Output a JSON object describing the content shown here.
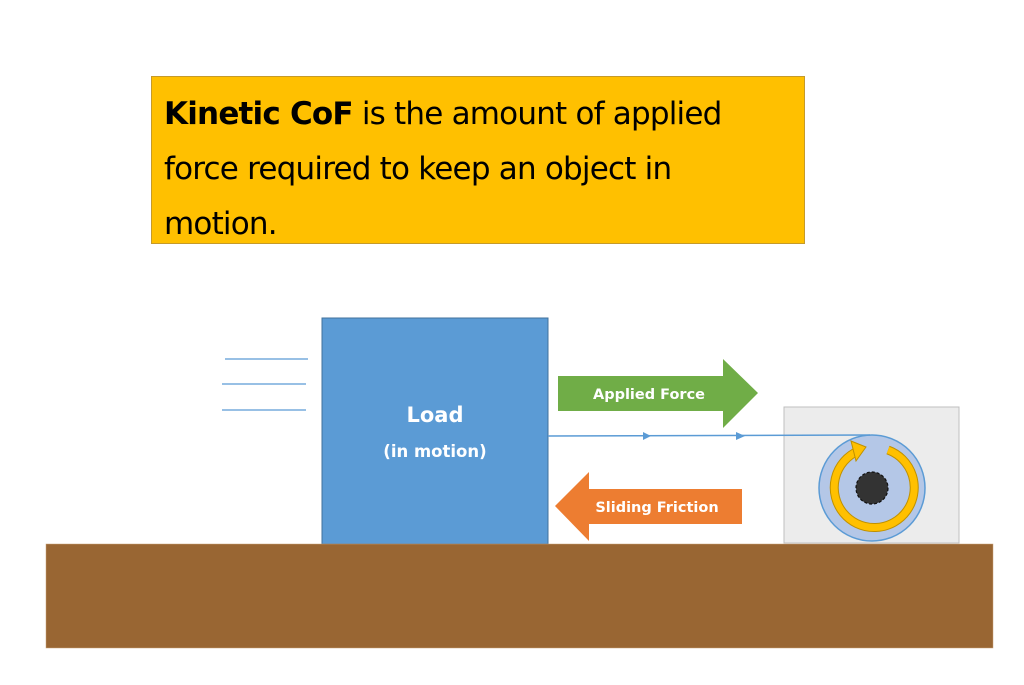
{
  "callout": {
    "term": "Kinetic CoF",
    "definition": " is the amount of applied force required to keep an object in motion.",
    "background": "#ffc000"
  },
  "diagram": {
    "load": {
      "title": "Load",
      "subtitle": "(in motion)",
      "color": "#5b9bd5"
    },
    "applied_force": {
      "label": "Applied Force",
      "direction": "right",
      "color": "#70ad47"
    },
    "sliding_friction": {
      "label": "Sliding Friction",
      "direction": "left",
      "color": "#ed7d31"
    },
    "motion_lines": {
      "count": 3,
      "color": "#5b9bd5"
    },
    "pull_line": {
      "color": "#5b9bd5",
      "arrowheads": 2
    },
    "winch": {
      "housing_color": "#ececec",
      "drum_color": "#b4c7e7",
      "rotation_arrow_color": "#ffc000",
      "hub_color": "#333333"
    },
    "ground": {
      "color": "#996633"
    }
  }
}
